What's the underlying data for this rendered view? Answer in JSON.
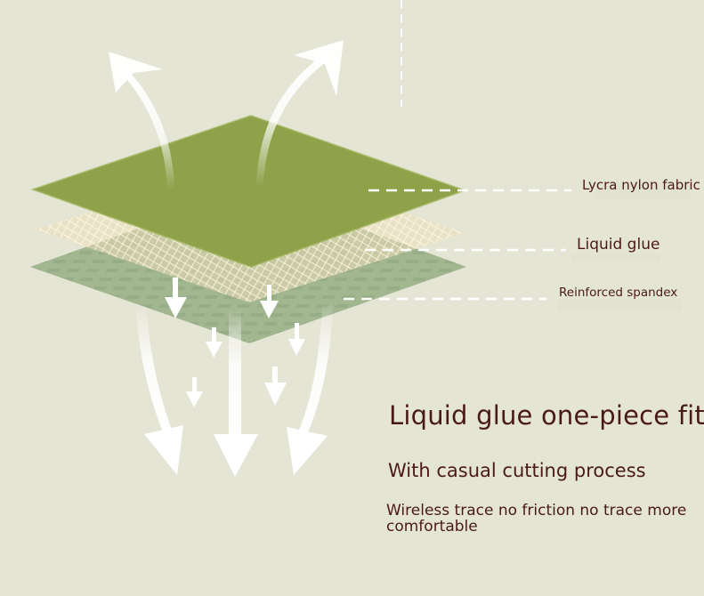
{
  "layers": {
    "top": "Lycra nylon fabric",
    "middle": "Liquid glue",
    "bottom": "Reinforced spandex"
  },
  "text": {
    "headline": "Liquid glue one-piece fit",
    "subtitle": "With casual cutting process",
    "description": "Wireless trace no friction no trace more comfortable"
  },
  "colors": {
    "background": "#e5e5d5",
    "top_fabric": "#8fa24a",
    "glue_layer": "#eddcb4",
    "spandex_layer": "#9fb48e",
    "text": "#4a1a16",
    "arrows": "#ffffff"
  }
}
